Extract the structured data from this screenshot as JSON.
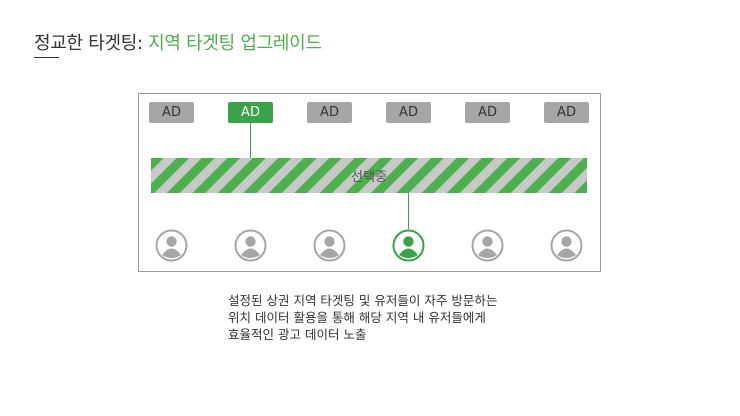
{
  "title": {
    "main": "정교한 타겟팅: ",
    "highlight": "지역 타겟팅 업그레이드"
  },
  "diagram": {
    "ads": [
      {
        "label": "AD",
        "selected": false
      },
      {
        "label": "AD",
        "selected": true
      },
      {
        "label": "AD",
        "selected": false
      },
      {
        "label": "AD",
        "selected": false
      },
      {
        "label": "AD",
        "selected": false
      },
      {
        "label": "AD",
        "selected": false
      }
    ],
    "bar_label": "선택중",
    "users": [
      {
        "selected": false
      },
      {
        "selected": false
      },
      {
        "selected": false
      },
      {
        "selected": true
      },
      {
        "selected": false
      },
      {
        "selected": false
      }
    ],
    "colors": {
      "accent": "#3aa34a",
      "inactive": "#a6a6a6",
      "stripe_gray": "#c8c8c8"
    }
  },
  "description": {
    "line1": "설정된 상권 지역 타겟팅 및 유저들이 자주 방문하는",
    "line2": "위치 데이터 활용을 통해 해당 지역 내 유저들에게",
    "line3": "효율적인 광고 데이터 노출"
  }
}
